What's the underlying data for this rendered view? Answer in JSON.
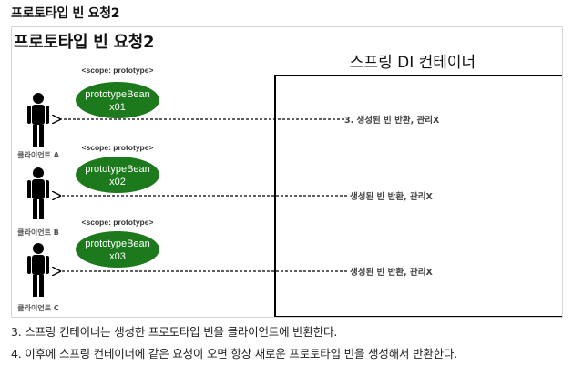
{
  "page_heading": "프로토타입 빈 요청2",
  "slide": {
    "title": "프로토타입 빈 요청2",
    "container_label": "스프링 DI 컨테이너",
    "scope_label": "<scope: prototype>",
    "beans": [
      {
        "name": "prototypeBean",
        "id": "x01"
      },
      {
        "name": "prototypeBean",
        "id": "x02"
      },
      {
        "name": "prototypeBean",
        "id": "x03"
      }
    ],
    "clients": [
      "클라이언트 A",
      "클라이언트 B",
      "클라이언트 C"
    ],
    "arrow_labels": [
      "3. 생성된 빈 반환, 관리X",
      "생성된 빈 반환, 관리X",
      "생성된 빈 반환, 관리X"
    ],
    "colors": {
      "bean_fill": "#1c7a1c",
      "figure": "#000000"
    }
  },
  "captions": [
    "3. 스프링 컨테이너는 생성한 프로토타입 빈을 클라이언트에 반환한다.",
    "4. 이후에 스프링 컨테이너에 같은 요청이 오면 항상 새로운 프로토타입 빈을 생성해서 반환한다."
  ]
}
